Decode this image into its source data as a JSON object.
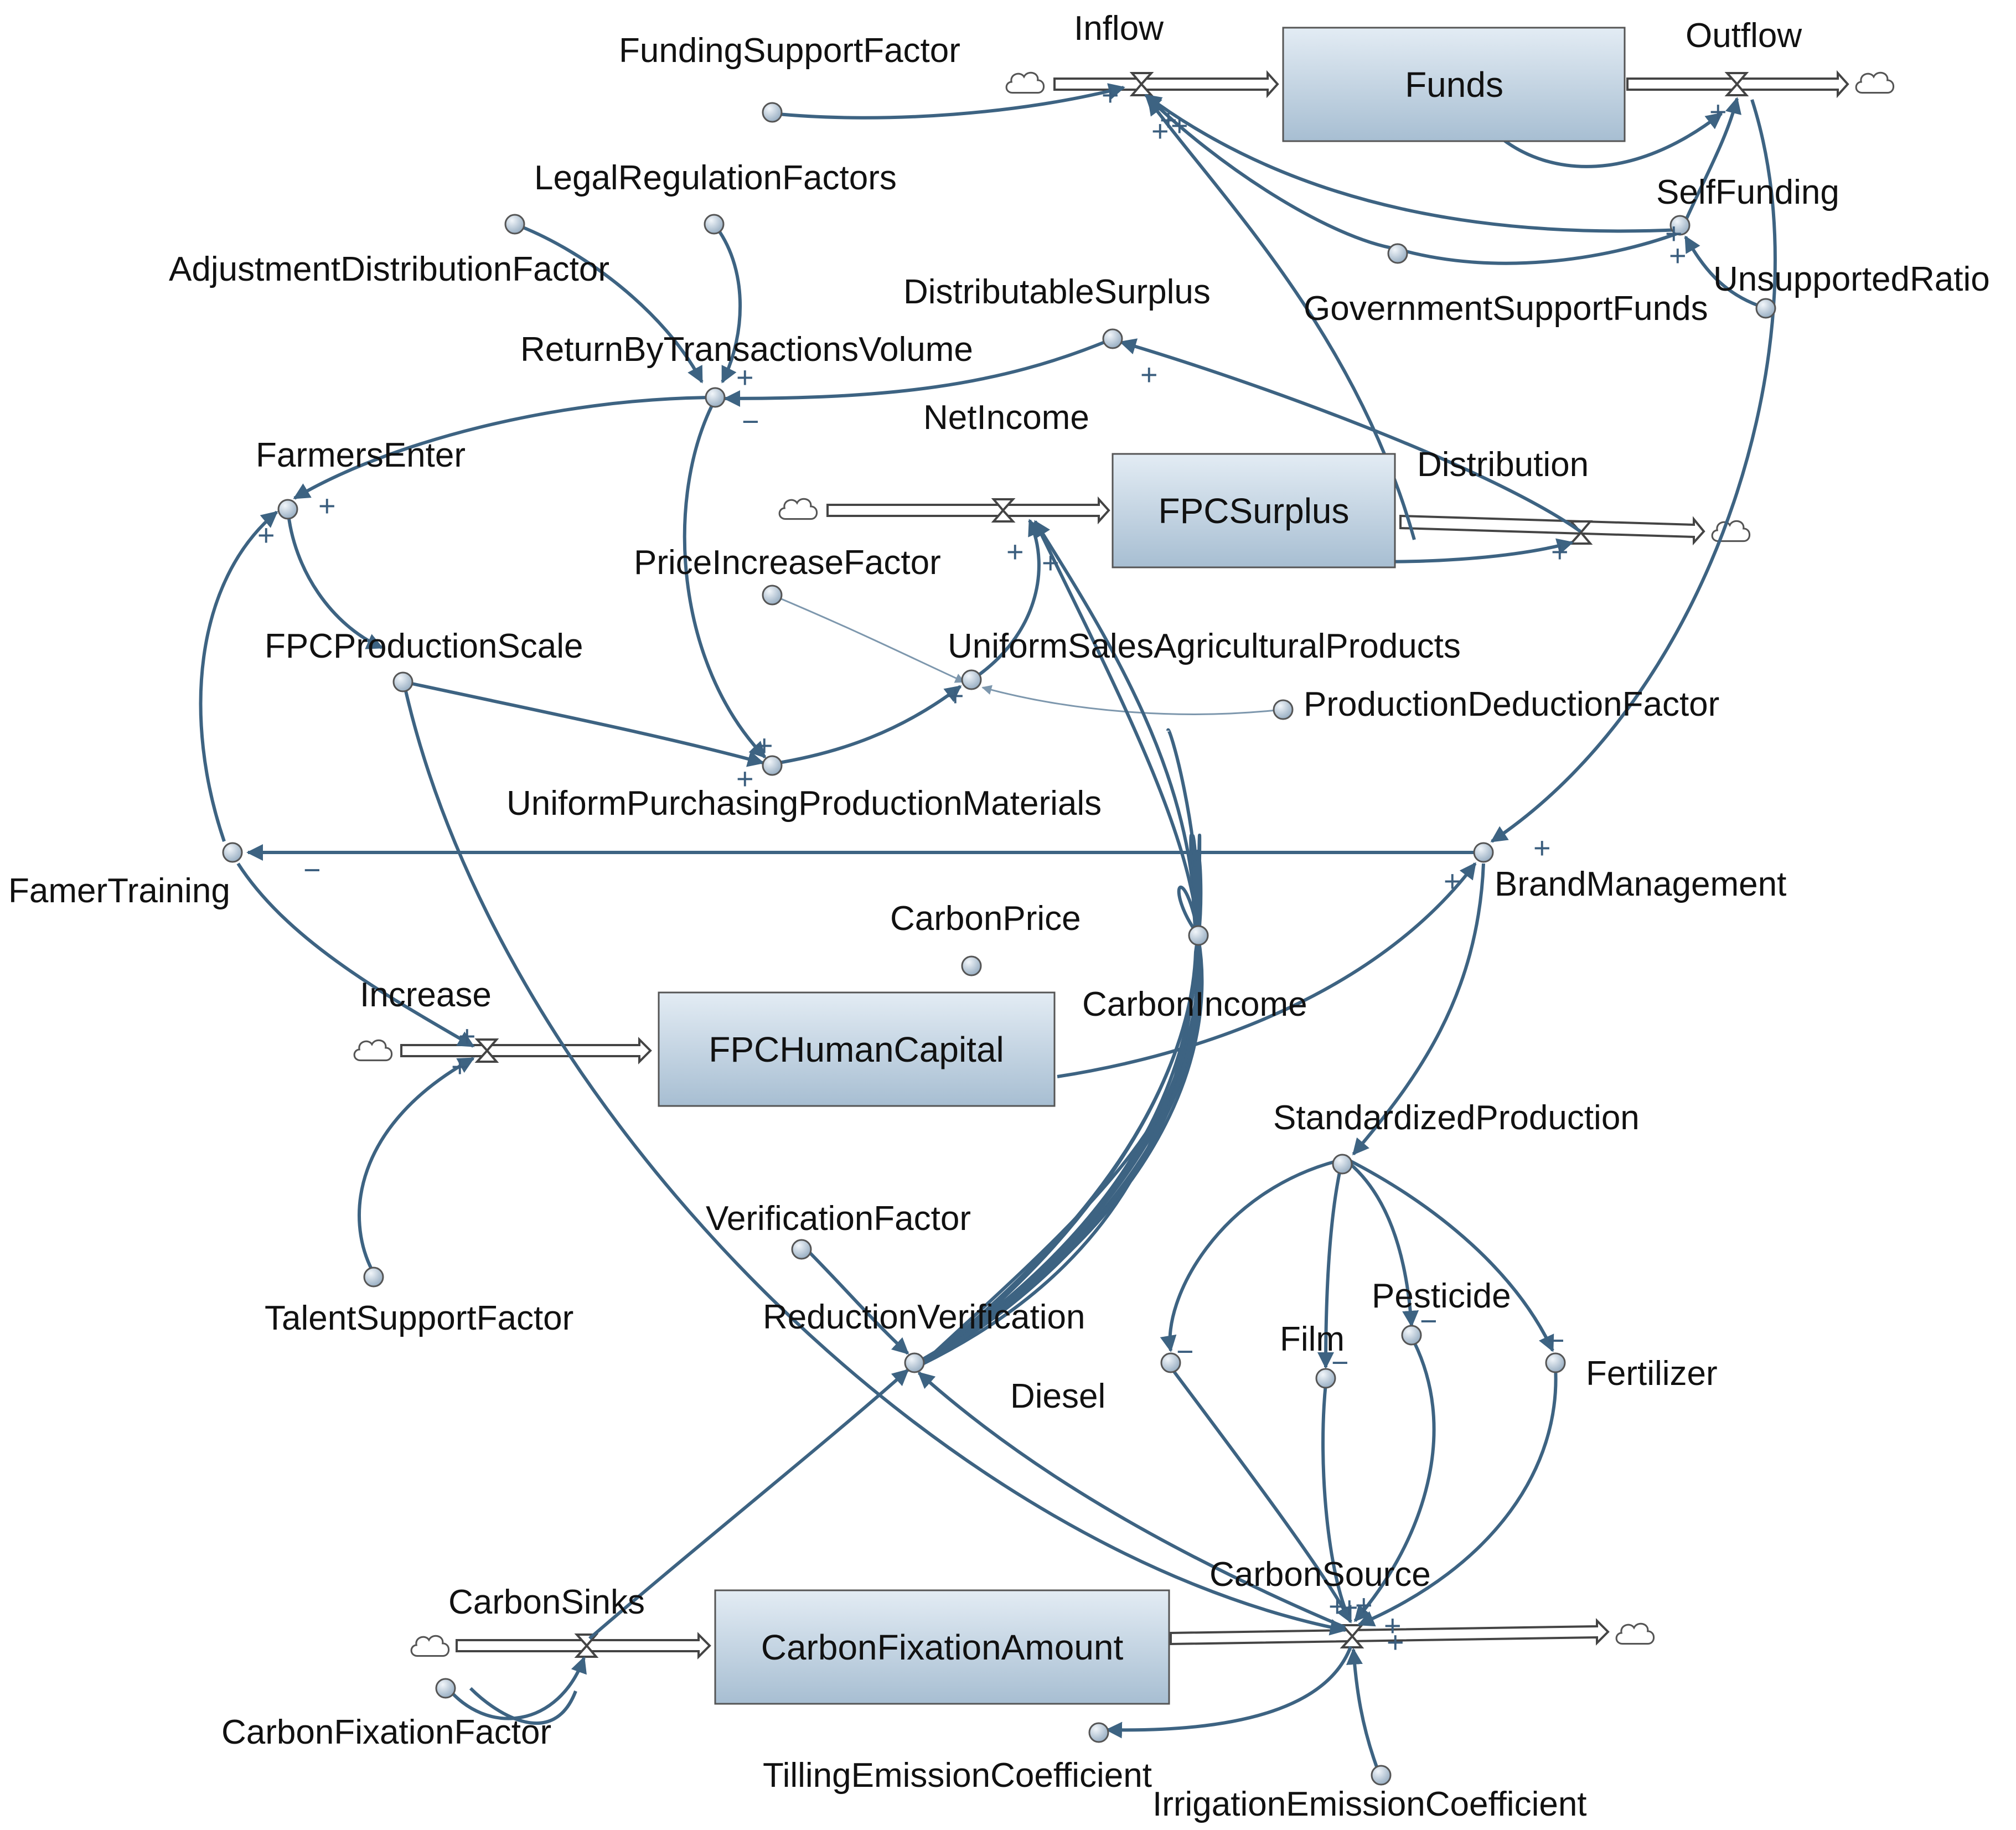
{
  "stocks": {
    "funds": "Funds",
    "fpc_surplus": "FPCSurplus",
    "fpc_human_capital": "FPCHumanCapital",
    "carbon_fixation_amount": "CarbonFixationAmount"
  },
  "flows": {
    "inflow": "Inflow",
    "outflow": "Outflow",
    "net_income": "NetIncome",
    "distribution": "Distribution",
    "increase": "Increase",
    "carbon_sinks": "CarbonSinks",
    "carbon_source": "CarbonSource"
  },
  "variables": {
    "funding_support_factor": "FundingSupportFactor",
    "legal_regulation_factors": "LegalRegulationFactors",
    "adjustment_distribution_factor": "AdjustmentDistributionFactor",
    "distributable_surplus": "DistributableSurplus",
    "return_by_transactions_volume": "ReturnByTransactionsVolume",
    "self_funding": "SelfFunding",
    "government_support_funds": "GovernmentSupportFunds",
    "unsupported_ratio": "UnsupportedRatio",
    "farmers_enter": "FarmersEnter",
    "price_increase_factor": "PriceIncreaseFactor",
    "fpc_production_scale": "FPCProductionScale",
    "uniform_sales_agricultural_products": "UniformSalesAgriculturalProducts",
    "production_deduction_factor": "ProductionDeductionFactor",
    "uniform_purchasing_production_materials": "UniformPurchasingProductionMaterials",
    "famer_training": "FamerTraining",
    "brand_management": "BrandManagement",
    "carbon_price": "CarbonPrice",
    "carbon_income": "CarbonIncome",
    "standardized_production": "StandardizedProduction",
    "verification_factor": "VerificationFactor",
    "talent_support_factor": "TalentSupportFactor",
    "reduction_verification": "ReductionVerification",
    "film": "Film",
    "pesticide": "Pesticide",
    "fertilizer": "Fertilizer",
    "diesel": "Diesel",
    "carbon_fixation_factor": "CarbonFixationFactor",
    "tilling_emission_coefficient": "TillingEmissionCoefficient",
    "irrigation_emission_coefficient": "IrrigationEmissionCoefficient"
  },
  "signs": {
    "plus": "+",
    "minus": "−"
  },
  "colors": {
    "stock_top": "#dfe9f2",
    "stock_bottom": "#a9bfd3",
    "link": "#3d6382",
    "sign": "#3b5e7e"
  }
}
